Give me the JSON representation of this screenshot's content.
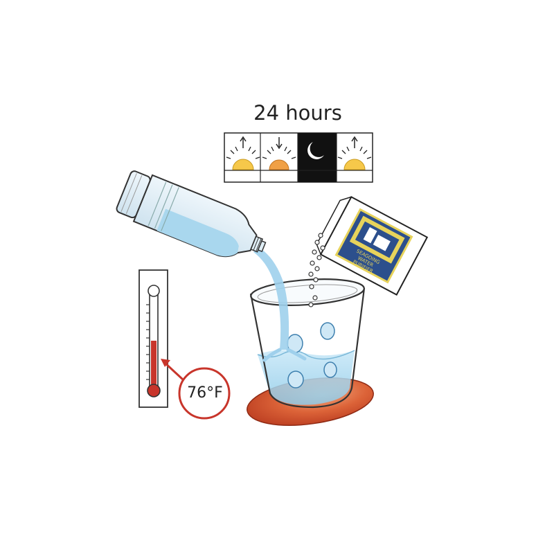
{
  "duration_label": "24 hours",
  "temperature_label": "76°F",
  "packet_text": [
    "SEAGOING",
    "WATER",
    "PURIFIER"
  ],
  "icons": [
    "sunrise-icon",
    "sunset-icon",
    "moon-icon",
    "sunrise-icon",
    "water-bottle-icon",
    "purifier-packet-icon",
    "glass-icon",
    "thermometer-icon",
    "heat-base-icon"
  ],
  "colors": {
    "water": "#a9d7ee",
    "sun_yellow": "#f6c84a",
    "sun_orange": "#f0a045",
    "night": "#111111",
    "thermometer_red": "#c8352b",
    "heat_base": "#d0502c",
    "packet_blue": "#2c4f8c",
    "packet_yellow": "#e7d35b"
  }
}
